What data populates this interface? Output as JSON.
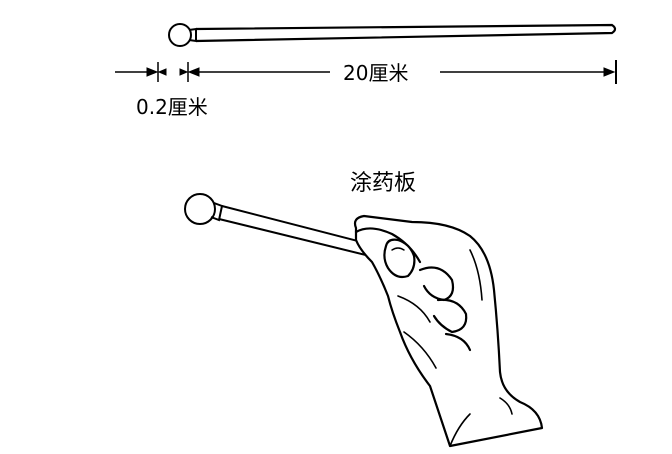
{
  "dimension_total": "20厘米",
  "dimension_tip": "0.2厘米",
  "caption": "涂药板"
}
